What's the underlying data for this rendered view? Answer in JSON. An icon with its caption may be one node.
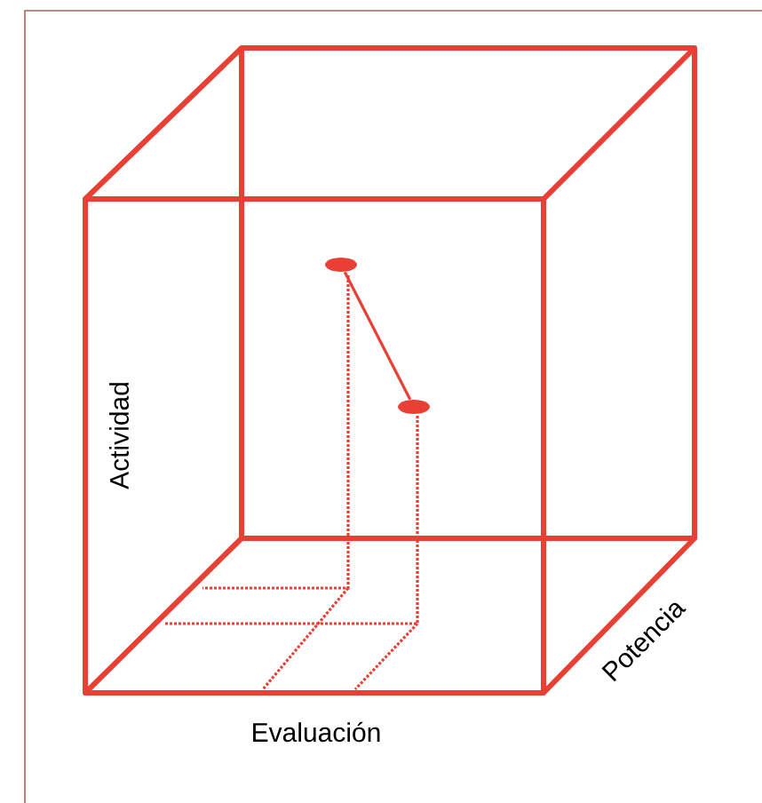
{
  "diagram": {
    "nodes": [
      {
        "text": [],
        "shape": "circle"
      },
      {
        "text": [],
        "shape": "circle"
      }
    ],
    "edges": [
      {
        "from": 0,
        "to": 1,
        "arrow": "none"
      }
    ],
    "labels": [
      "Actividad",
      "Potencia",
      "Evaluación"
    ]
  }
}
